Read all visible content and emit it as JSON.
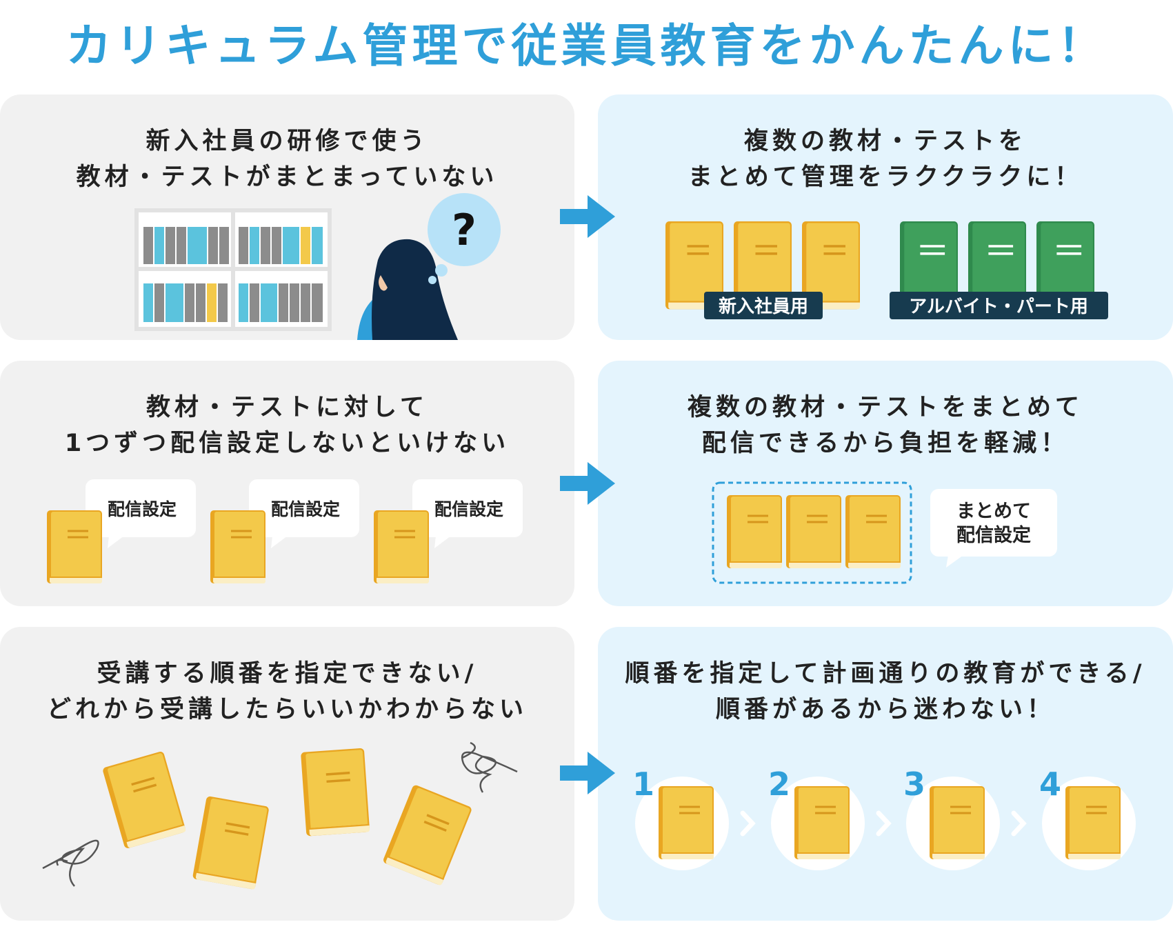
{
  "title": "カリキュラム管理で従業員教育をかんたんに！",
  "rows": [
    {
      "problem": [
        "新入社員の研修で使う",
        "教材・テストがまとまっていない"
      ],
      "solution": [
        "複数の教材・テストを",
        "まとめて管理をラククラクに！"
      ],
      "labels": {
        "group1": "新入社員用",
        "group2": "アルバイト・パート用"
      },
      "question_mark": "?"
    },
    {
      "problem": [
        "教材・テストに対して",
        "1つずつ配信設定しないといけない"
      ],
      "solution": [
        "複数の教材・テストをまとめて",
        "配信できるから負担を軽減！"
      ],
      "bubble_single": "配信設定",
      "bubble_group": [
        "まとめて",
        "配信設定"
      ]
    },
    {
      "problem": [
        "受講する順番を指定できない/",
        "どれから受講したらいいかわからない"
      ],
      "solution": [
        "順番を指定して計画通りの教育ができる/",
        "順番があるから迷わない！"
      ],
      "steps": [
        "1",
        "2",
        "3",
        "4"
      ]
    }
  ],
  "colors": {
    "accent": "#2f9fd9",
    "left_panel": "#f1f1f1",
    "right_panel": "#e4f4fd",
    "book_yellow": "#f3c94a",
    "book_green": "#3fa05c",
    "label_bg": "#173b4f",
    "hair": "#0f2a47"
  }
}
